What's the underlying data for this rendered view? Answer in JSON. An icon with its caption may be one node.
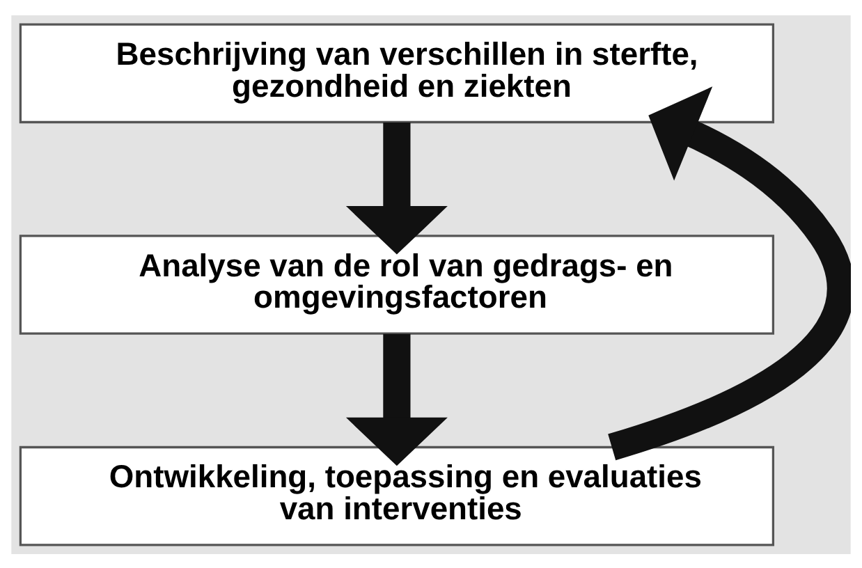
{
  "diagram": {
    "nodes": [
      {
        "text": [
          "Beschrijving van verschillen in sterfte, gezondheid en ziekten"
        ]
      },
      {
        "text": [
          "Analyse van de rol van gedrags- en omgevingsfactoren"
        ]
      },
      {
        "text": [
          "Ontwikkeling, toepassing en evaluaties van interventies"
        ]
      }
    ],
    "edges": [
      {
        "from": 0,
        "to": 1,
        "arrow": "to"
      },
      {
        "from": 1,
        "to": 2,
        "arrow": "to"
      },
      {
        "from": 2,
        "to": 0,
        "arrow": "to"
      }
    ]
  }
}
